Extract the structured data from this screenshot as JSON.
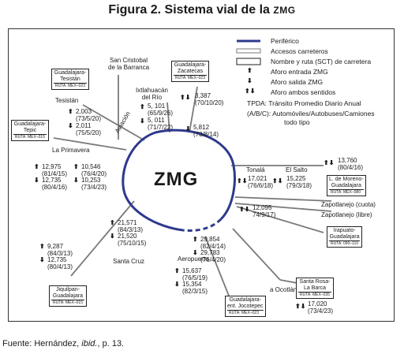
{
  "title": {
    "main": "Figura 2. Sistema vial de la ",
    "sc": "ZMG"
  },
  "center_label": "ZMG",
  "legend": {
    "periferico": "Periférico",
    "accesos": "Accesos carreteros",
    "nombre_ruta": "Nombre y ruta (SCT) de carretera",
    "aforo_entrada": "Aforo entrada ZMG",
    "aforo_salida": "Aforo salida ZMG",
    "aforo_ambos": "Aforo ambos sentidos",
    "tpda": "TPDA:   Tránsito Promedio Diario Anual",
    "abc_1": "(A/B/C): Automóviles/Autobuses/Camiones",
    "abc_2": "todo tipo"
  },
  "places": {
    "san_cristobal_1": "San Cristobal",
    "san_cristobal_2": "de la Barranca",
    "ixtlahuacan_1": "Ixtlahuacán",
    "ixtlahuacan_2": "del Río",
    "tesistan": "Tesistán",
    "la_primavera": "La Primavera",
    "aviacion": "Aviación",
    "tonala": "Tonalá",
    "el_salto": "El Salto",
    "zapotlanejo_cuota": "Zapotlanejo (cuota)",
    "zapotlanejo_libre": "Zapotlanejo (libre)",
    "santa_cruz": "Santa Cruz",
    "aeropuerto": "Aeropuerto",
    "ocotlan": "a Ocotlán"
  },
  "road_boxes": {
    "tesistan": {
      "name": "Guadalajara-\nTesistán",
      "ruta": "RUTA: MEX–023"
    },
    "tepic": {
      "name": "Guadalajara-\nTepic",
      "ruta": "RUTA: MEX–015"
    },
    "zacatecas": {
      "name": "Guadalajara-\nZacatecas",
      "ruta": "RUTA: MEX–023"
    },
    "lagos": {
      "name": "L. de Moreno-\nGuadalajara",
      "ruta": "RUTA: MEX–080"
    },
    "irapuato": {
      "name": "Irapuato-\nGuadalajara",
      "ruta": "RUTA: 090–110"
    },
    "jiquilpan": {
      "name": "Jiquilpan-\nGuadalajara",
      "ruta": "RUTA: MEX–015"
    },
    "jocotepec": {
      "name": "Guadalajara-\nent. Jocotepec",
      "ruta": "RUTA: MEX–023"
    },
    "barca": {
      "name": "Santa Rosa-\nLa Barca",
      "ruta": "RUTA: MEX–035"
    }
  },
  "counts": {
    "tesistan_up": {
      "v": "2,003",
      "d": "(73/5/20)"
    },
    "tesistan_down": {
      "v": "2,011",
      "d": "(75/5/20)"
    },
    "ixt_up": {
      "v": "5, 101",
      "d": "(65/9/26)"
    },
    "ixt_down": {
      "v": "5, 011",
      "d": "(71/7/22)"
    },
    "zac_both": {
      "v": "3,387",
      "d": "(70/10/20)"
    },
    "zac2_down": {
      "v": "5,812",
      "d": "(78/8/14)"
    },
    "prim_up1": {
      "v": "12,975",
      "d": "(81/4/15)"
    },
    "prim_down1": {
      "v": "12,735",
      "d": "(80/4/16)"
    },
    "prim_up2": {
      "v": "10,546",
      "d": "(76/4/20)"
    },
    "prim_down2": {
      "v": "10,253",
      "d": "(73/4/23)"
    },
    "tonala_both": {
      "v": "17,021",
      "d": "(76/6/18)"
    },
    "salto_both": {
      "v": "15,225",
      "d": "(79/3/18)"
    },
    "lagos_both": {
      "v": "13,760",
      "d": "(80/4/16)"
    },
    "zap_both": {
      "v": "12,095",
      "d": "74/9/17)"
    },
    "sc_up": {
      "v": "21,571",
      "d": "(84/3/13)"
    },
    "sc_down": {
      "v": "21,520",
      "d": "(75/10/15)"
    },
    "jiq_up": {
      "v": "9,287",
      "d": "(84/3/13)"
    },
    "jiq_down": {
      "v": "12,735",
      "d": "(80/4/13)"
    },
    "aero_up": {
      "v": "29,854",
      "d": "(82/4/14)"
    },
    "aero_down": {
      "v": "29,783",
      "d": "(76/4/20)"
    },
    "joco_up": {
      "v": "15,637",
      "d": "(76/5/19)"
    },
    "joco_down": {
      "v": "15,354",
      "d": "(82/3/15)"
    },
    "barca_both": {
      "v": "17,020",
      "d": "(73/4/23)"
    }
  },
  "source": {
    "prefix": "Fuente: Hernández, ",
    "italic": "ibid.",
    "suffix": ", p. 13."
  },
  "colors": {
    "periferico": "#2e3a8c",
    "roads": "#7a7a7a",
    "border": "#333333"
  }
}
